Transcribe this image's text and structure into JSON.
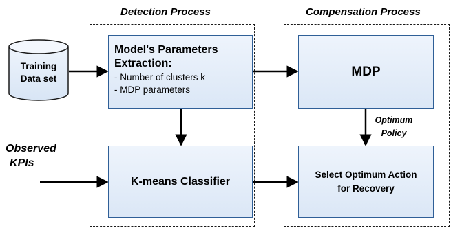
{
  "sections": {
    "detection": "Detection Process",
    "compensation": "Compensation Process"
  },
  "database": {
    "line1": "Training",
    "line2": "Data set"
  },
  "params_box": {
    "title_line1": "Model's Parameters",
    "title_line2": "Extraction:",
    "item1": "- Number of clusters k",
    "item2": "- MDP parameters"
  },
  "classifier_box": {
    "label": "K-means Classifier"
  },
  "mdp_box": {
    "label": "MDP"
  },
  "action_box": {
    "line1": "Select Optimum Action",
    "line2": "for Recovery"
  },
  "observed": {
    "line1": "Observed",
    "line2": "KPIs"
  },
  "policy": {
    "line1": "Optimum",
    "line2": "Policy"
  }
}
